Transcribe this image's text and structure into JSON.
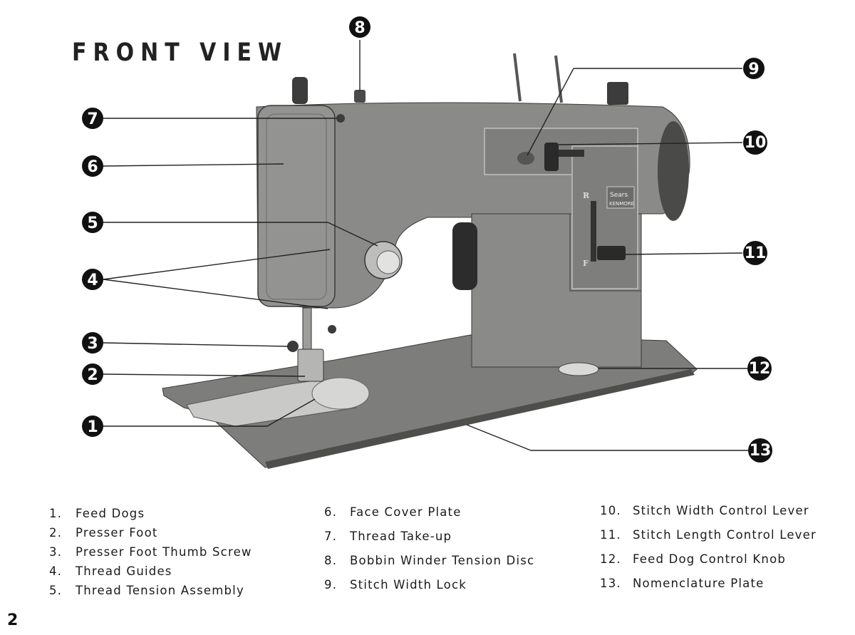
{
  "title": "FRONT VIEW",
  "page_number": "2",
  "colors": {
    "machine_body": "#8a8a88",
    "machine_shadow": "#5e5e5c",
    "plate": "#c8c8c6",
    "callout": "#111111",
    "leader_line": "#222222"
  },
  "callouts": [
    {
      "num": "1"
    },
    {
      "num": "2"
    },
    {
      "num": "3"
    },
    {
      "num": "4"
    },
    {
      "num": "5"
    },
    {
      "num": "6"
    },
    {
      "num": "7"
    },
    {
      "num": "8"
    },
    {
      "num": "9"
    },
    {
      "num": "10"
    },
    {
      "num": "11"
    },
    {
      "num": "12"
    },
    {
      "num": "13"
    }
  ],
  "legend": [
    {
      "num": "1.",
      "label": "Feed Dogs"
    },
    {
      "num": "2.",
      "label": "Presser Foot"
    },
    {
      "num": "3.",
      "label": "Presser Foot Thumb Screw"
    },
    {
      "num": "4.",
      "label": "Thread Guides"
    },
    {
      "num": "5.",
      "label": "Thread Tension Assembly"
    },
    {
      "num": "6.",
      "label": "Face Cover Plate"
    },
    {
      "num": "7.",
      "label": "Thread Take-up"
    },
    {
      "num": "8.",
      "label": "Bobbin Winder Tension Disc"
    },
    {
      "num": "9.",
      "label": "Stitch Width Lock"
    },
    {
      "num": "10.",
      "label": "Stitch Width Control Lever"
    },
    {
      "num": "11.",
      "label": "Stitch Length Control Lever"
    },
    {
      "num": "12.",
      "label": "Feed Dog Control Knob"
    },
    {
      "num": "13.",
      "label": "Nomenclature Plate"
    }
  ],
  "badge": {
    "line1": "Sears",
    "line2": "KENMORE"
  },
  "dial_letters": {
    "top": "R",
    "bottom": "F"
  }
}
